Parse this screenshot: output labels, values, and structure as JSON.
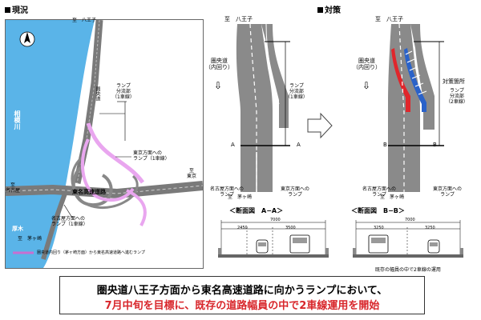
{
  "sections": {
    "current": "現況",
    "measure": "対策"
  },
  "map": {
    "hachioji": "至　八王子",
    "ken_o_do": "圏央道",
    "ramp_bunryu": "ランプ\n分流部\n（1車線）",
    "sagamigawa": "相模川",
    "tokyo_ramp": "東京方面への\nランプ（1車線）",
    "to_tokyo": "至\n東京",
    "to_nagoya": "至\n名古屋",
    "tomei": "東名高速道路",
    "nagoya_ramp": "名古屋方面への\nランプ（1車線）",
    "atsugi": "厚木",
    "chigasaki": "至　茅ヶ崎",
    "legend": "圏央道内回り（茅ヶ崎方面）から東名高速道路へ進むランプ"
  },
  "left_diagram": {
    "hachioji": "至　八王子",
    "ken_o_do": "圏央道\n（内回り）",
    "ramp_label": "ランプ\n分流部\n（1車線）",
    "a_left": "A",
    "a_right": "A",
    "chigasaki": "至　茅ヶ崎",
    "nagoya_ramp": "名古屋方面への\nランプ",
    "tokyo_ramp": "東京方面への\nランプ",
    "section_title": "＜断面図　A−A＞",
    "width_total": "7000",
    "width_a": "2450",
    "width_b": "3500"
  },
  "right_diagram": {
    "hachioji": "至　八王子",
    "ken_o_do": "圏央道\n（内回り）",
    "taisaku": "対策箇所",
    "ramp_label": "ランプ\n分流部\n（2車線）",
    "b_left": "B",
    "b_right": "B",
    "chigasaki": "至　茅ヶ崎",
    "nagoya_ramp": "名古屋方面への\nランプ",
    "tokyo_ramp": "東京方面への\nランプ",
    "section_title": "＜断面図　B−B＞",
    "width_total": "7000",
    "width_a": "3250",
    "width_b": "3250",
    "caption": "既存の幅員の中で2車線の運用"
  },
  "banner": {
    "line1": "圏央道八王子方面から東名高速道路に向かうランプにおいて、",
    "line2": "7月中旬を目標に、既存の道路幅員の中で2車線運用を開始"
  },
  "colors": {
    "river": "#5ab4e8",
    "ramp_highlight": "#e9a6ef",
    "measure_red": "#e0262b",
    "measure_blue": "#2a62c9",
    "road_gray": "#808080",
    "road_dark": "#5a5a5a"
  }
}
